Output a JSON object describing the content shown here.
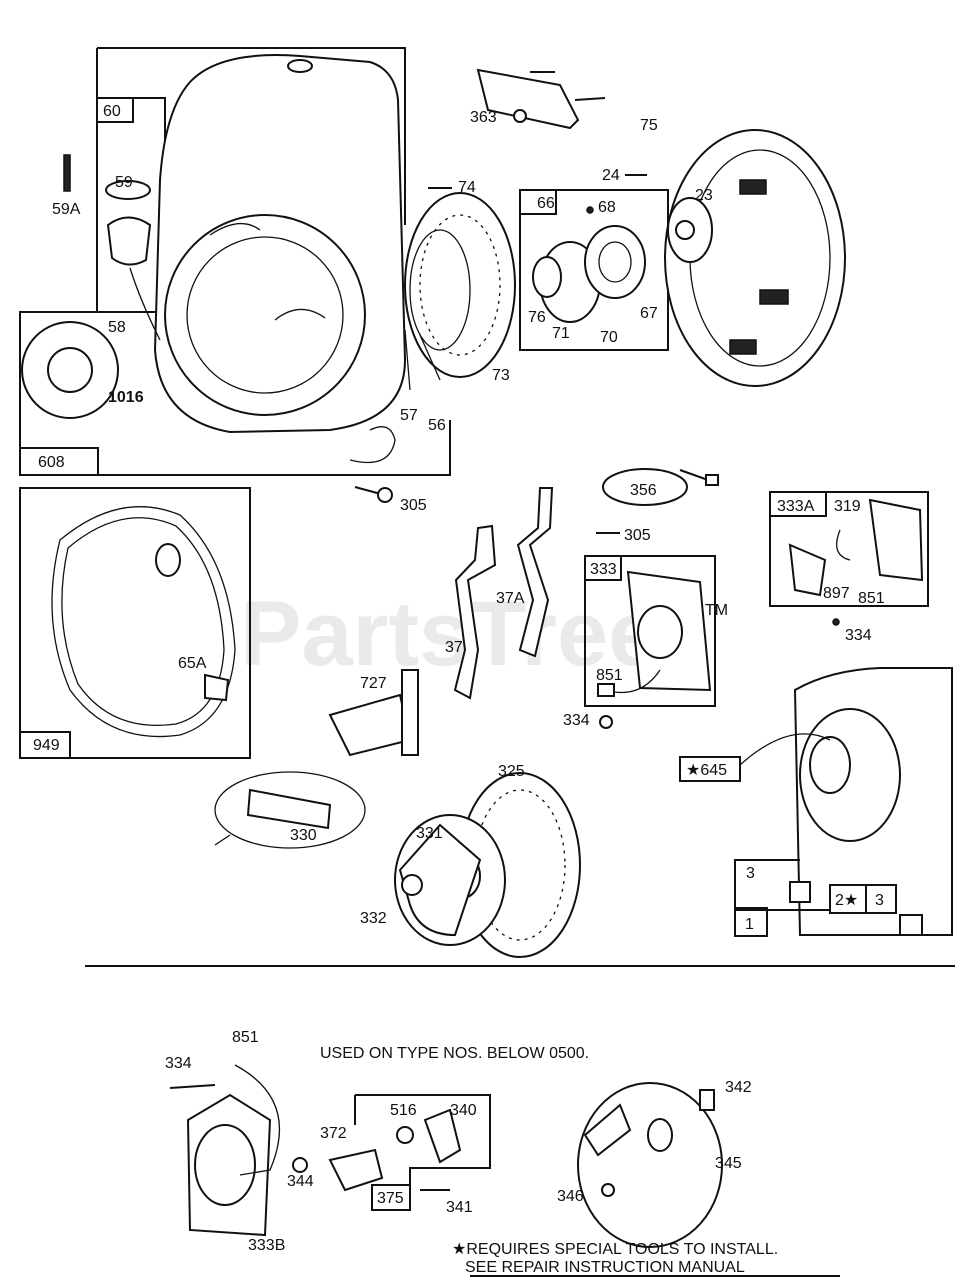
{
  "watermark": "PartsTree",
  "watermark_tm": "TM",
  "callouts": {
    "c60": "60",
    "c59": "59",
    "c59A": "59A",
    "c58": "58",
    "c1016": "1016",
    "c608": "608",
    "c363": "363",
    "c74": "74",
    "c75": "75",
    "c24": "24",
    "c23": "23",
    "c66": "66",
    "c68": "68",
    "c76": "76",
    "c71": "71",
    "c70": "70",
    "c67": "67",
    "c73": "73",
    "c57": "57",
    "c56": "56",
    "c305a": "305",
    "c356": "356",
    "c305b": "305",
    "c333A": "333A",
    "c319": "319",
    "c897": "897",
    "c851a": "851",
    "c334a": "334",
    "c949": "949",
    "c65A": "65A",
    "c37": "37",
    "c37A": "37A",
    "c333": "333",
    "c851b": "851",
    "c334b": "334",
    "c727": "727",
    "c645": "★645",
    "c325": "325",
    "c331": "331",
    "c330": "330",
    "c332": "332",
    "c3a": "3",
    "c2": "2★",
    "c3b": "3",
    "c1": "1",
    "c851c": "851",
    "c334c": "334",
    "c516": "516",
    "c340": "340",
    "c372": "372",
    "c342": "342",
    "c345": "345",
    "c344": "344",
    "c375": "375",
    "c341": "341",
    "c346": "346",
    "c333B": "333B"
  },
  "notes": {
    "used_on": "USED ON TYPE NOS. BELOW 0500.",
    "special_tools": "★REQUIRES SPECIAL TOOLS TO INSTALL.",
    "see_manual": "SEE REPAIR INSTRUCTION MANUAL"
  }
}
